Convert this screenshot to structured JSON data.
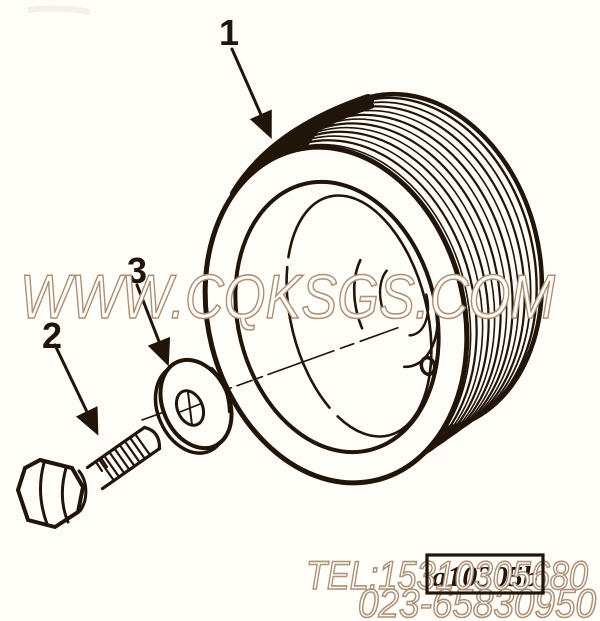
{
  "figure": {
    "type": "exploded-parts-diagram",
    "background_color": "#fffdf8",
    "ink_color": "#211409",
    "part_code": "a10305b"
  },
  "callouts": [
    {
      "label": "1",
      "points_to": "ribbed-pulley"
    },
    {
      "label": "2",
      "points_to": "hex-bolt"
    },
    {
      "label": "3",
      "points_to": "flat-washer"
    }
  ],
  "watermark": {
    "site_text": "WWW.CQKSGS.COM",
    "tel_line": "TEL:15310305680",
    "phone_line": "023-65830950",
    "outline_color": "#ab9179",
    "glyph_fill_color": "#fffdf8"
  }
}
